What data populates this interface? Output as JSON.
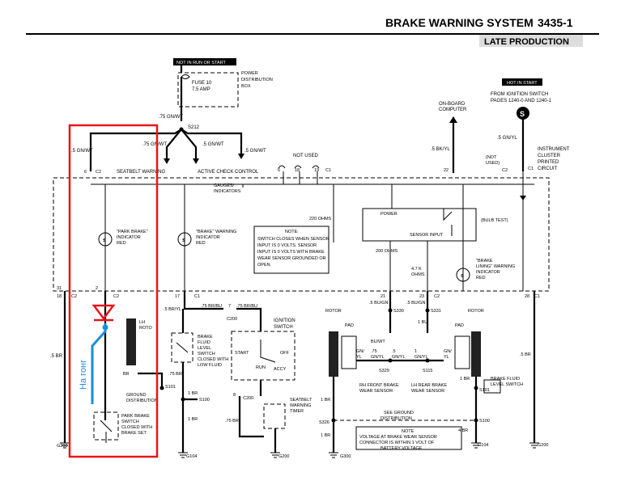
{
  "header": {
    "title": "BRAKE WARNING SYSTEM",
    "page_no": "3435-1",
    "edition": "LATE PRODUCTION"
  },
  "power": {
    "not_run_tag": "NOT IN RUN OR START",
    "fuse_label": "FUSE 10",
    "fuse_amp": "7.5 AMP",
    "pdb_label": [
      "POWER",
      "DISTRIBUTION",
      "BOX"
    ],
    "wire_main": ".75 GN/WT",
    "splice": "S212",
    "wire_left": ".75 GN/WT",
    "wire_mid": ".5 GN/WT",
    "wire_right": ".5 GN/WT",
    "wire_far_left": ".5 GN/WT"
  },
  "cluster": {
    "seatbelt_label": "SEATBELT WARNING",
    "active_check_label": "ACTIVE CHECK CONTROL",
    "gauges_label": [
      "GAUGES/",
      "INDICATORS"
    ],
    "not_used_label": "NOT USED",
    "instrument_label": [
      "INSTRUMENT",
      "CLUSTER",
      "PRINTED",
      "CIRCUIT"
    ],
    "pin_labels": [
      "6",
      "C2",
      "6",
      "18",
      "19",
      "C1",
      "22",
      "C2",
      "C1",
      "2",
      "31",
      "18",
      "17",
      "C1",
      "21",
      "23",
      "C2",
      "28",
      "C1",
      "C2",
      "C2"
    ],
    "park_brake_indicator": [
      "\"PARK BRAKE\"",
      "INDICATOR",
      "RED"
    ],
    "brake_warning_indicator": [
      "\"BRAKE\" WARNING",
      "INDICATOR",
      "RED"
    ],
    "brake_lining_indicator": [
      "\"BRAKE",
      "LINING\" WARNING",
      "INDICATOR",
      "RED"
    ],
    "note_text": [
      "NOTE:",
      "SWITCH CLOSES WHEN SENSOR",
      "INPUT IS 0 VOLTS. SENSOR",
      "INPUT IS 0 VOLTS WITH BRAKE",
      "WEAR SENSOR GROUNDED OR",
      "OPEN."
    ],
    "ohms_220": "220 OHMS",
    "ohms_200": "200 OHMS",
    "ohms_4k7": [
      "4.7 K",
      "OHMS"
    ],
    "power_label": "POWER",
    "sensor_input_label": "SENSOR INPUT",
    "bulb_test_label": "(BULB TEST)"
  },
  "right_side": {
    "on_board": [
      "ON-BOARD",
      "COMPUTER"
    ],
    "wire_obc": ".5 BK/YL",
    "hot_tag": "HOT IN START",
    "from_ign": [
      "FROM IGNITION SWITCH",
      "PAGES 1240-0 AND 1240-1"
    ],
    "wire_ign": ".5 GN/YL",
    "not_used": [
      "(NOT",
      "USED)"
    ]
  },
  "harness": {
    "wire_bryl": ".5 BR/YL",
    "wire_brbu": ".75 BR/BU",
    "wire_brbu2": ".75 BR/BU",
    "pin7": "7",
    "c200": "C200",
    "brake_fluid": [
      "BRAKE",
      "FLUID",
      "LEVEL",
      "SWITCH",
      "CLOSED WITH",
      "LOW FLUID"
    ],
    "ignition_switch": [
      "IGNITION",
      "SWITCH"
    ],
    "ign_positions": [
      "START",
      "RUN",
      "OFF",
      "ACCY"
    ],
    "wire_75br": ".75 BR",
    "wire_1br": "1 BR",
    "wire_5br": ".5 BR",
    "lh_rotor": [
      "LH",
      "ROTO"
    ],
    "ground_dist": [
      "GROUND",
      "DISTRIBUTION"
    ],
    "s101": "S101",
    "s100": "S100",
    "c200b": "C200",
    "seatbelt_timer": [
      "SEATBELT",
      "WARNING",
      "TIMER"
    ],
    "park_switch": [
      "PARK BRAKE",
      "SWITCH",
      "CLOSED WITH",
      "BRAKE SET"
    ],
    "g200": "G200",
    "g104": "G104",
    "g200b": "G200",
    "handwritten": "На гонг",
    "br_label": "BR"
  },
  "wear": {
    "wire_bugn1": ".5 BU/GN",
    "wire_bugn2": ".5 BU/GN",
    "s330": "S330",
    "s331": "S331",
    "rotor": "ROTOR",
    "pad": "PAD",
    "bu_wt": "BU/WT",
    "wire_1bu": "1 BU",
    "gnyl_left": [
      "GN/",
      "YL"
    ],
    "gnyl_mid1": [
      ".75",
      "GN/YL"
    ],
    "gnyl_mid2": [
      ".5",
      "GN/YL"
    ],
    "gnyl_mid3": [
      "1",
      "GN/YL"
    ],
    "gnyl_right": [
      "GN/",
      "YL"
    ],
    "s329": "S329",
    "s115": "S115",
    "rh_sensor": [
      "RH FRONT BRAKE",
      "WEAR SENSOR"
    ],
    "lh_sensor": [
      "LH REAR BRAKE",
      "WEAR SENSOR"
    ],
    "wire_1br_a": "1 BR",
    "wire_1br_b": "1 BR",
    "s326": "S326",
    "see_ground": [
      "SEE GROUND",
      "DISTRIBUTION"
    ],
    "note": [
      "NOTE",
      "VOLTAGE AT BRAKE WEAR SENSOR",
      "CONNECTOR IS WITHIN 1 VOLT OF",
      "BATTERY VOLTAGE"
    ],
    "g300": "G300",
    "s100b": "S100",
    "g104b": "G104",
    "brake_fluid2": [
      "BRAKE FLUID",
      "LEVEL SWITCH"
    ],
    "wire_4br": "4 BR",
    "wire_1br_c": "1 BR",
    "wire_5br_b": ".5 BR",
    "g200c": "G200",
    "s101b": "S101"
  },
  "colors": {
    "highlight": "#e8151b",
    "annotation": "#1a8fd6",
    "ink": "#000000"
  }
}
